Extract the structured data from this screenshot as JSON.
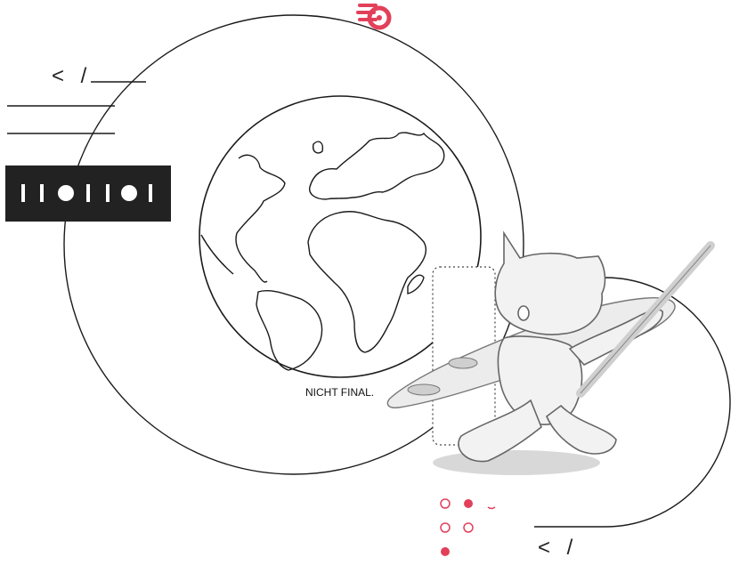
{
  "illustration": {
    "code_tag_top": "< /",
    "code_tag_bottom": "< /",
    "caption": "NICHT FINAL.",
    "colors": {
      "accent": "#e2405a",
      "line": "#1a1a1a",
      "block": "#222222",
      "mascot": "#f2f2f2",
      "shadow": "#d8d8d8"
    },
    "binary_pattern": [
      "bar",
      "bar",
      "dot",
      "bar",
      "bar",
      "dot",
      "bar"
    ],
    "dot_grid": [
      [
        "outline",
        "filled"
      ],
      [
        "outline",
        "outline"
      ],
      [
        "filled"
      ]
    ]
  }
}
